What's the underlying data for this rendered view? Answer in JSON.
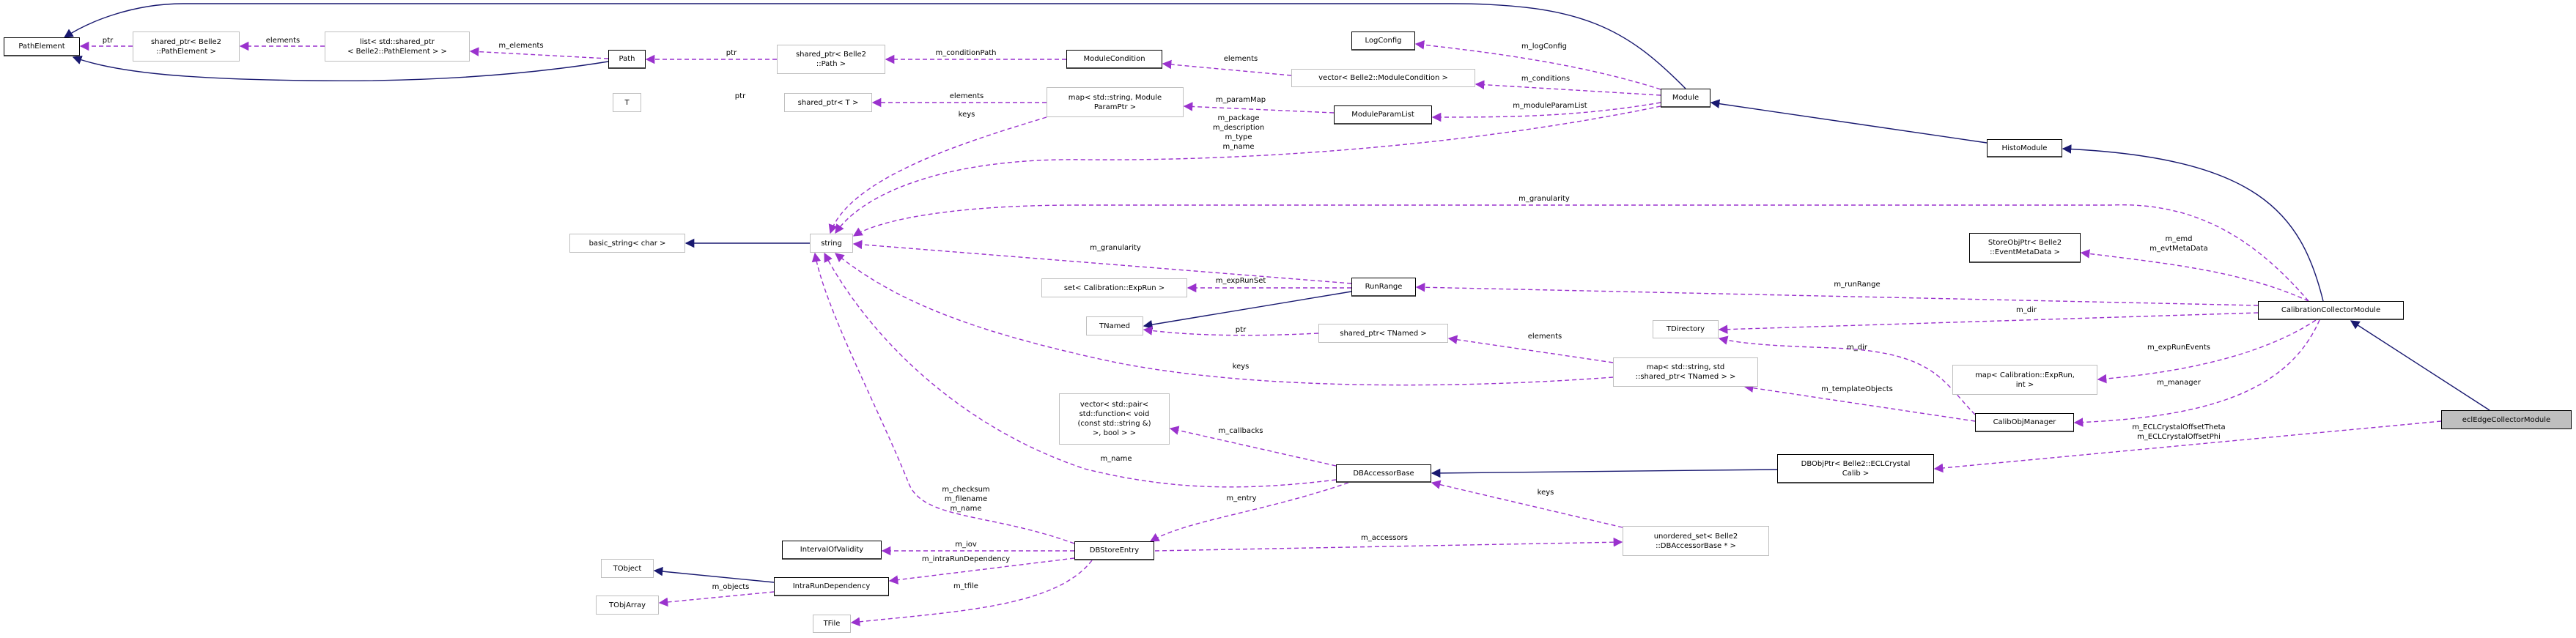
{
  "colors": {
    "inheritance": "#191970",
    "usage": "#9a32cd",
    "focus_fill": "#bfbfbf"
  },
  "nodes": {
    "path_element": "PathElement",
    "sp_path_element": [
      "shared_ptr< Belle2",
      "::PathElement >"
    ],
    "list_sp_path_element": [
      "list< std::shared_ptr",
      "< Belle2::PathElement > >"
    ],
    "path": "Path",
    "sp_path": [
      "shared_ptr< Belle2",
      "::Path >"
    ],
    "t": "T",
    "sp_t": "shared_ptr< T >",
    "module_condition": "ModuleCondition",
    "log_config": "LogConfig",
    "vector_module_condition": "vector< Belle2::ModuleCondition >",
    "map_module_param": [
      "map< std::string, Module",
      "ParamPtr >"
    ],
    "module_param_list": "ModuleParamList",
    "module": "Module",
    "histo_module": "HistoModule",
    "basic_string": "basic_string< char >",
    "string": "string",
    "store_obj_ptr": [
      "StoreObjPtr< Belle2",
      "::EventMetaData >"
    ],
    "set_exprun": "set< Calibration::ExpRun >",
    "run_range": "RunRange",
    "tnamed": "TNamed",
    "sp_tnamed": "shared_ptr< TNamed >",
    "calibration_collector_module": "CalibrationCollectorModule",
    "tdirectory": "TDirectory",
    "map_tnamed": [
      "map< std::string, std",
      "::shared_ptr< TNamed > >"
    ],
    "map_exprun_int": [
      "map< Calibration::ExpRun,",
      "int >"
    ],
    "calib_obj_manager": "CalibObjManager",
    "ecl_edge_collector_module": "eclEdgeCollectorModule",
    "vector_callbacks": [
      "vector< std::pair<",
      "std::function< void",
      "(const std::string &)",
      ">, bool > >"
    ],
    "db_accessor_base": "DBAccessorBase",
    "db_obj_ptr": [
      "DBObjPtr< Belle2::ECLCrystal",
      "Calib >"
    ],
    "unordered_set": [
      "unordered_set< Belle2",
      "::DBAccessorBase * >"
    ],
    "db_store_entry": "DBStoreEntry",
    "interval_of_validity": "IntervalOfValidity",
    "tobject": "TObject",
    "intra_run_dependency": "IntraRunDependency",
    "tobjarray": "TObjArray",
    "tfile": "TFile"
  },
  "edge_labels": {
    "sp_pe_ptr": "ptr",
    "list_elements": "elements",
    "path_m_elements": "m_elements",
    "sp_path_ptr": "ptr",
    "m_condition_path": "m_conditionPath",
    "vec_mc_elements": "elements",
    "m_log_config": "m_logConfig",
    "m_conditions": "m_conditions",
    "m_module_param_list": "m_moduleParamList",
    "m_param_map": "m_paramMap",
    "map_mpp_elements": "elements",
    "map_mpp_keys": "keys",
    "sp_t_ptr": "ptr",
    "module_strings": [
      "m_package",
      "m_description",
      "m_type",
      "m_name"
    ],
    "ccm_granularity": "m_granularity",
    "rr_granularity": "m_granularity",
    "m_exp_run_set": "m_expRunSet",
    "sp_tnamed_ptr": "ptr",
    "map_tnamed_keys": "keys",
    "map_tnamed_elements": "elements",
    "m_emd": [
      "m_emd",
      "m_evtMetaData"
    ],
    "m_run_range": "m_runRange",
    "ccm_dir": "m_dir",
    "com_dir": "m_dir",
    "m_exp_run_events": "m_expRunEvents",
    "m_manager": "m_manager",
    "m_template_objects": "m_templateObjects",
    "m_ecl_crystal": [
      "m_ECLCrystalOffsetTheta",
      "m_ECLCrystalOffsetPhi"
    ],
    "m_callbacks": "m_callbacks",
    "dba_name": "m_name",
    "dbse_strings": [
      "m_checksum",
      "m_filename",
      "m_name"
    ],
    "m_entry": "m_entry",
    "us_keys": "keys",
    "m_accessors": "m_accessors",
    "m_iov": "m_iov",
    "m_intra_run_dependency": "m_intraRunDependency",
    "m_objects": "m_objects",
    "m_tfile": "m_tfile"
  }
}
